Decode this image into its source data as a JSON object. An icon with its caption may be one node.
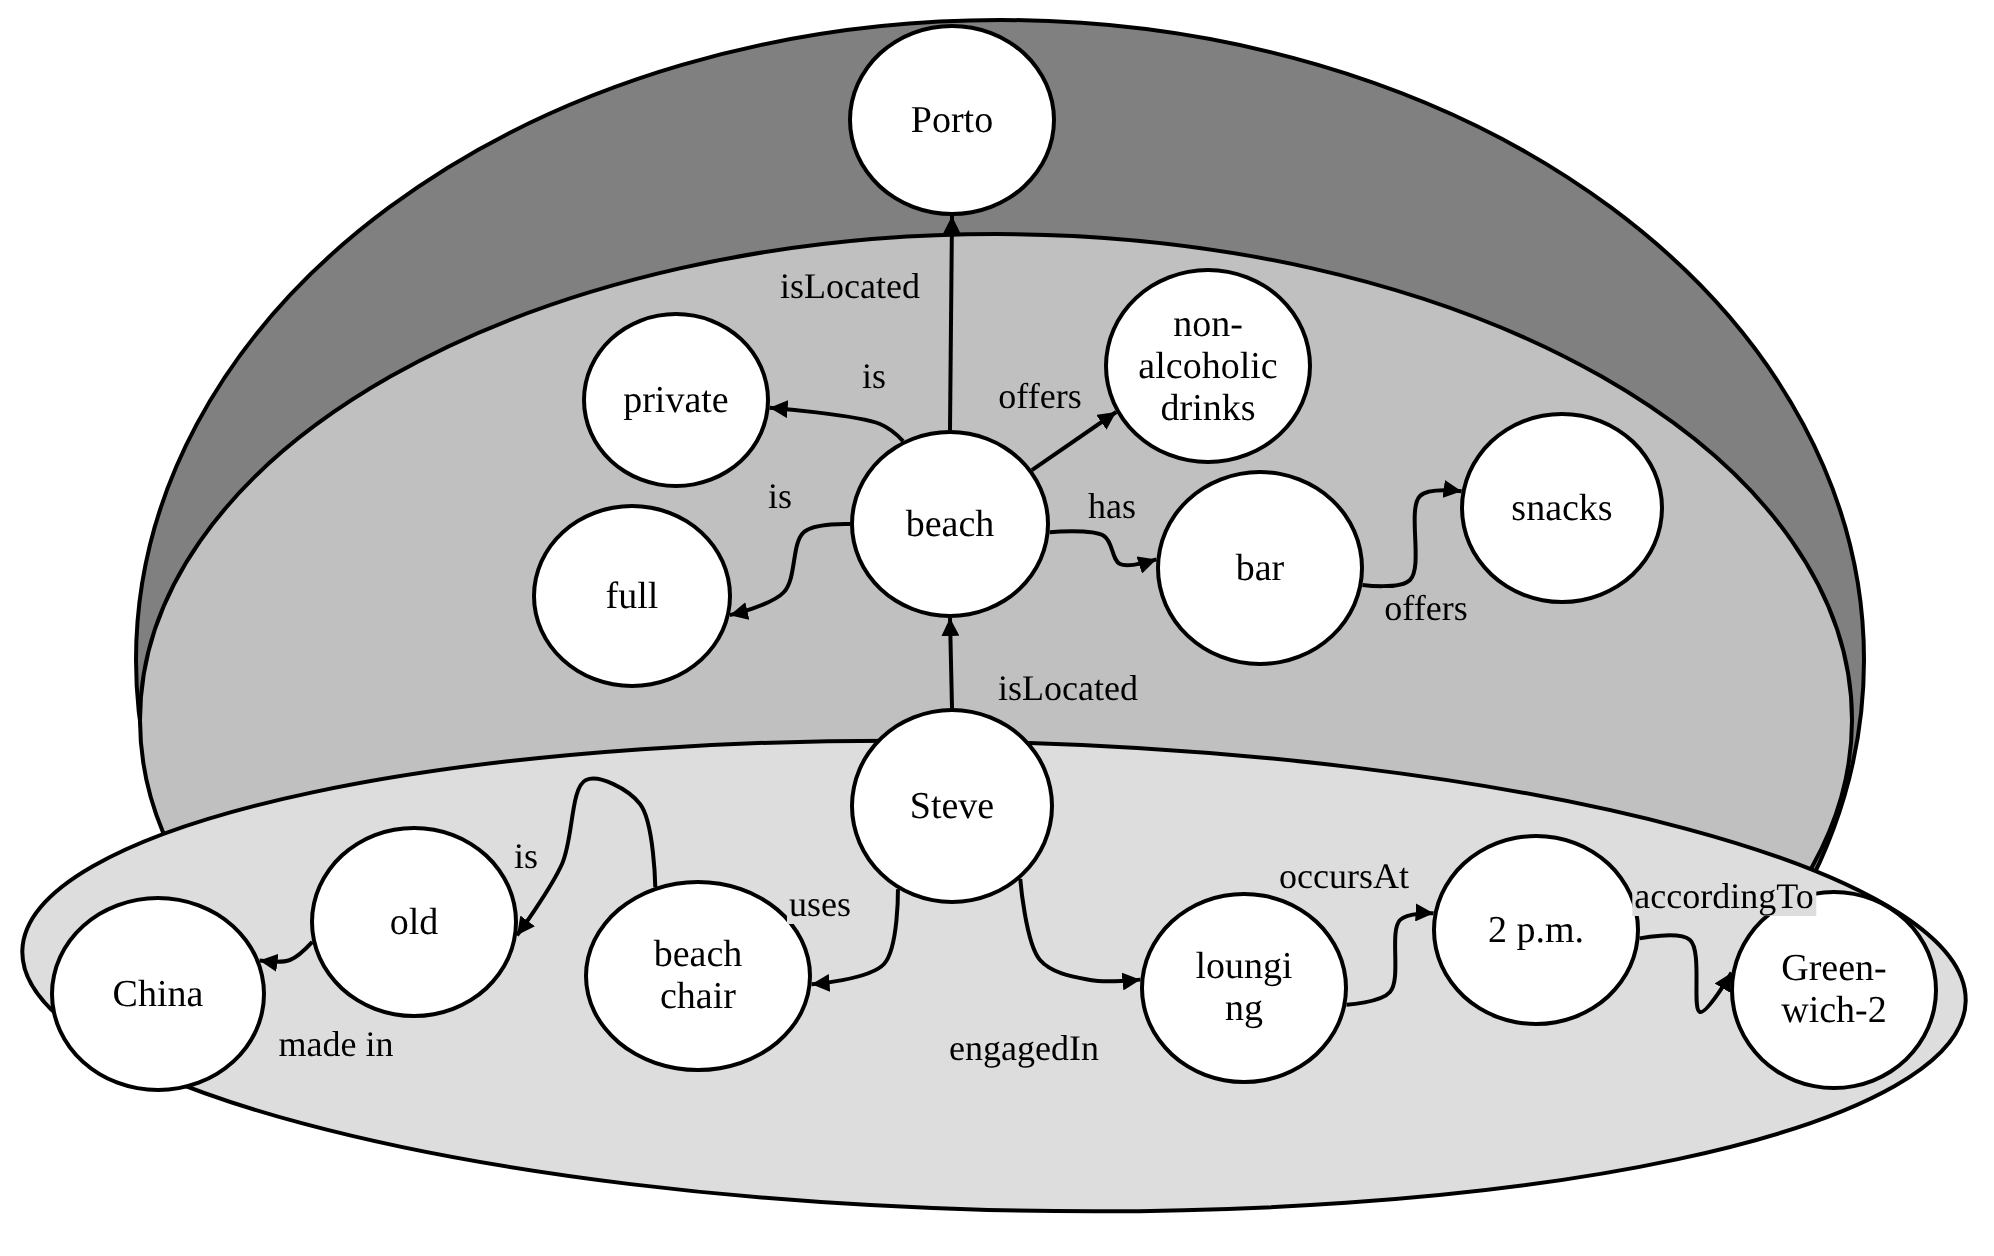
{
  "diagram": {
    "nodes": [
      {
        "text": [
          "Porto"
        ]
      },
      {
        "text": [
          "private"
        ]
      },
      {
        "text": [
          "non- alcoholic drinks"
        ]
      },
      {
        "text": [
          "beach"
        ]
      },
      {
        "text": [
          "full"
        ]
      },
      {
        "text": [
          "bar"
        ]
      },
      {
        "text": [
          "snacks"
        ]
      },
      {
        "text": [
          "Steve"
        ]
      },
      {
        "text": [
          "old"
        ]
      },
      {
        "text": [
          "beach chair"
        ]
      },
      {
        "text": [
          "China"
        ]
      },
      {
        "text": [
          "loungi ng"
        ]
      },
      {
        "text": [
          "2 p.m."
        ]
      },
      {
        "text": [
          "Green- wich-2"
        ]
      }
    ],
    "edges": [
      {
        "from": 3,
        "to": 0,
        "arrow": "to",
        "label": "isLocated"
      },
      {
        "from": 3,
        "to": 1,
        "arrow": "to",
        "label": "is"
      },
      {
        "from": 3,
        "to": 2,
        "arrow": "to",
        "label": "offers"
      },
      {
        "from": 3,
        "to": 4,
        "arrow": "to",
        "label": "is"
      },
      {
        "from": 3,
        "to": 5,
        "arrow": "to",
        "label": "has"
      },
      {
        "from": 5,
        "to": 6,
        "arrow": "to",
        "label": "offers"
      },
      {
        "from": 7,
        "to": 3,
        "arrow": "to",
        "label": "isLocated"
      },
      {
        "from": 7,
        "to": 9,
        "arrow": "to",
        "label": "uses"
      },
      {
        "from": 9,
        "to": 8,
        "arrow": "to",
        "label": "is"
      },
      {
        "from": 8,
        "to": 10,
        "arrow": "to",
        "label": "made in"
      },
      {
        "from": 7,
        "to": 11,
        "arrow": "to",
        "label": "engagedIn"
      },
      {
        "from": 11,
        "to": 12,
        "arrow": "to",
        "label": "occursAt"
      },
      {
        "from": 12,
        "to": 13,
        "arrow": "to",
        "label": "accordingTo"
      }
    ]
  }
}
